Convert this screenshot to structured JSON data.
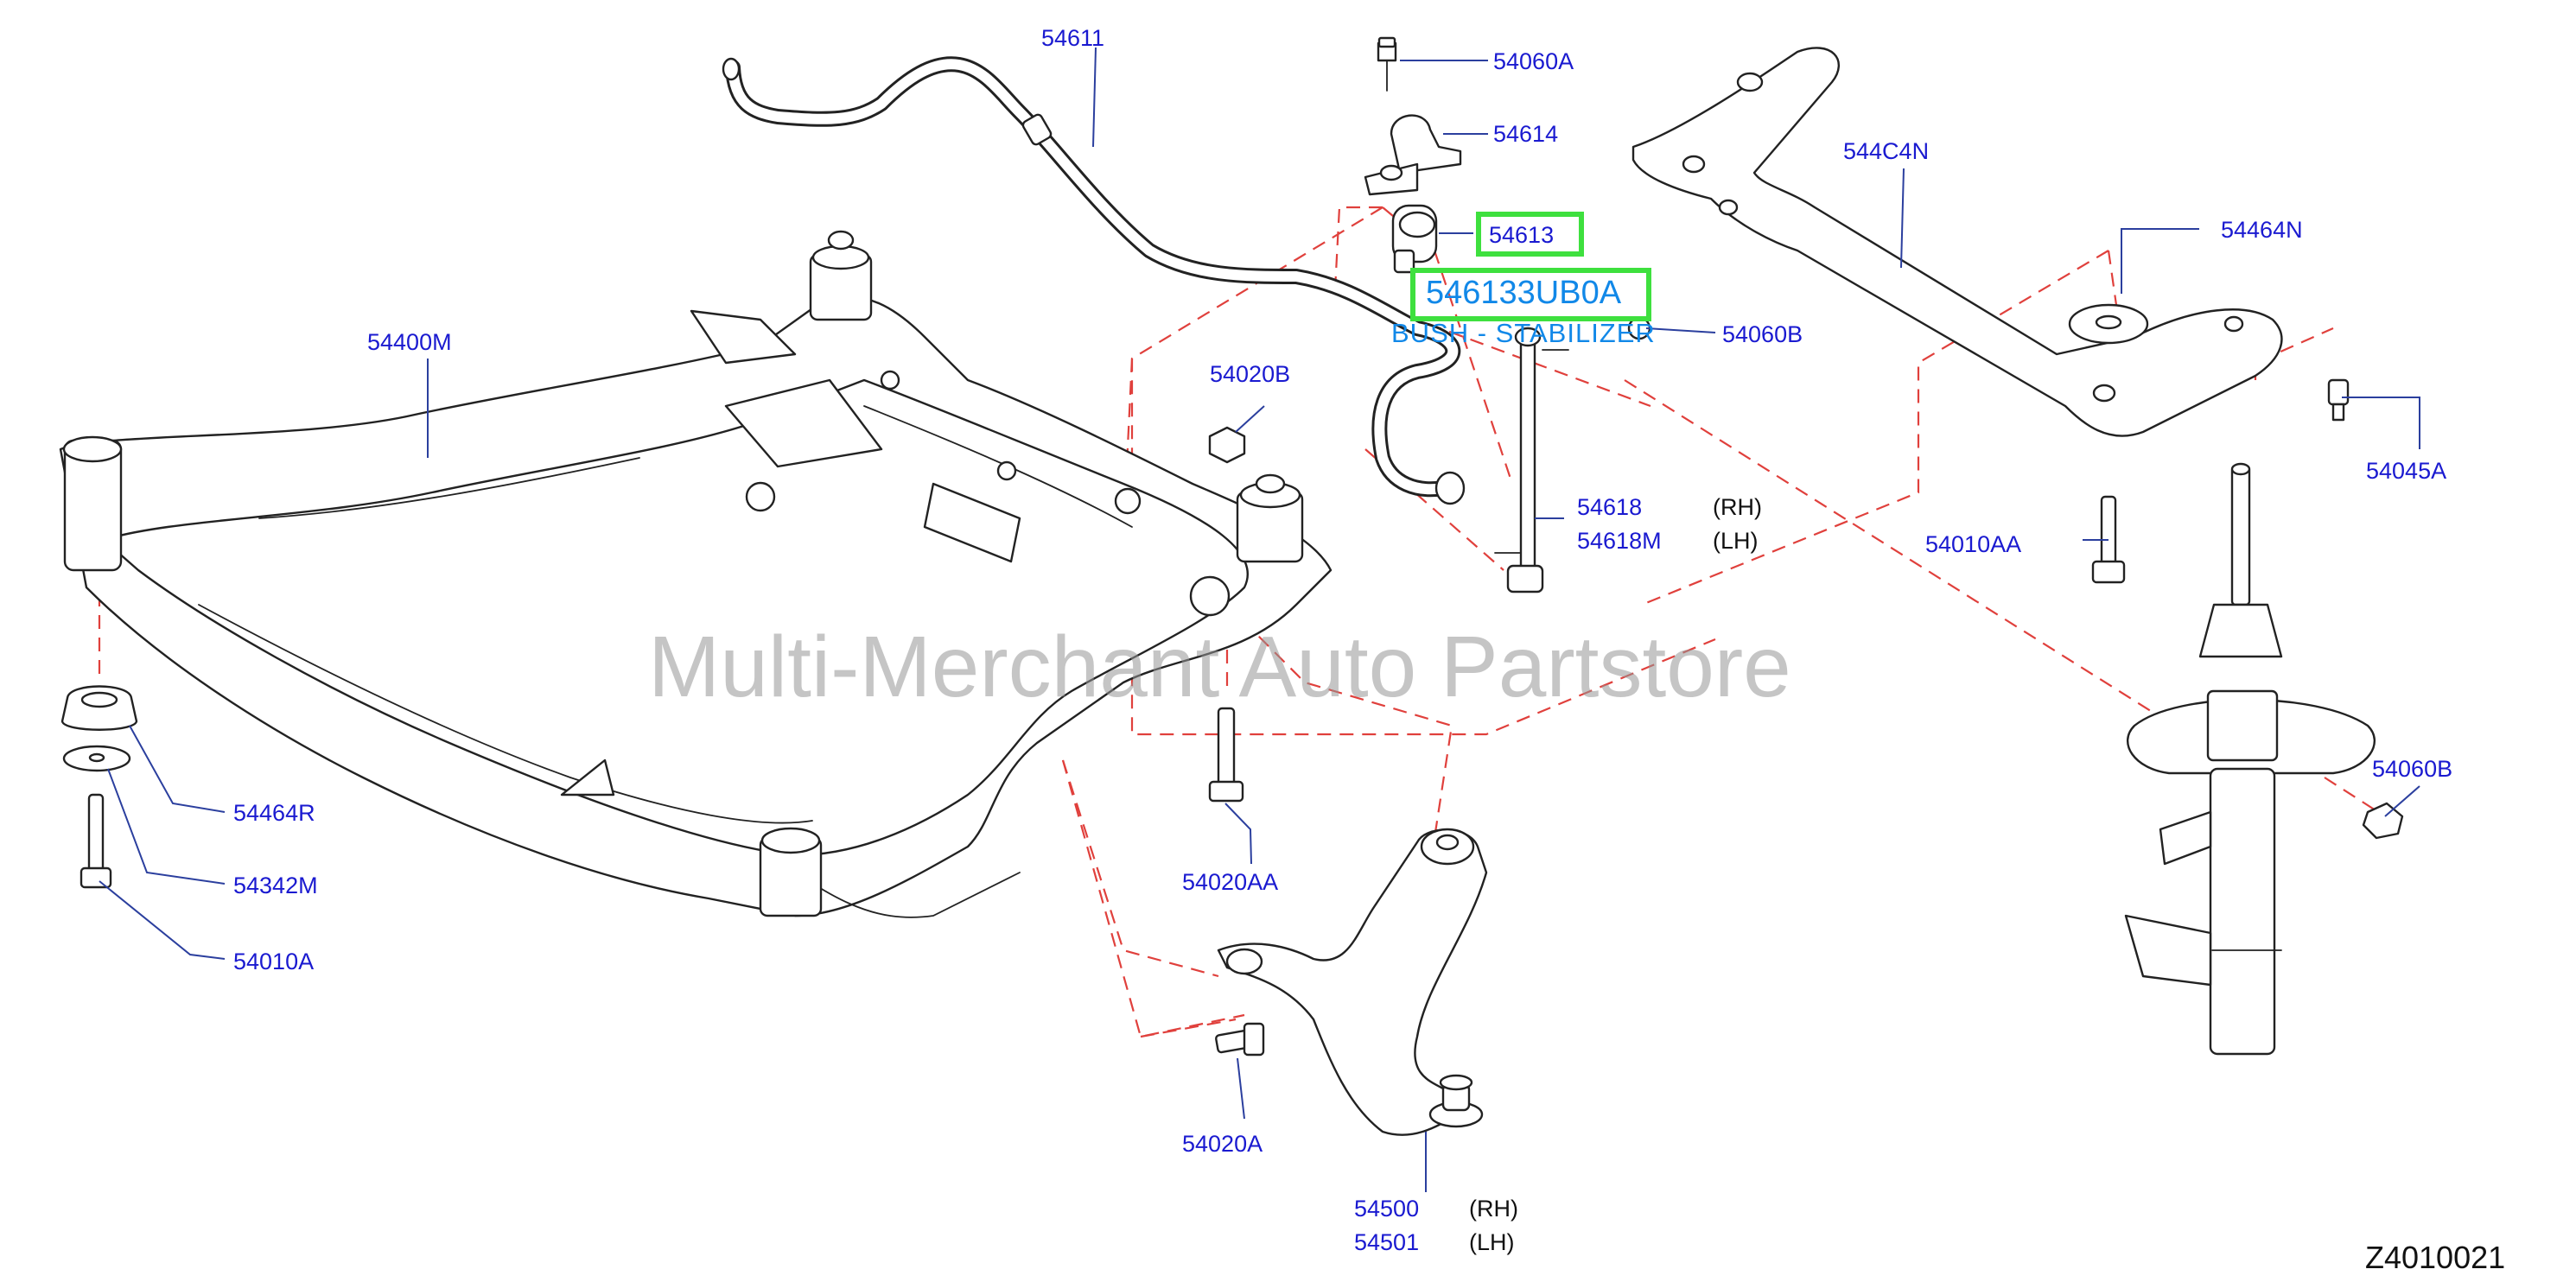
{
  "labels": {
    "p54611": "54611",
    "p54060A": "54060A",
    "p54614": "54614",
    "p54613": "54613",
    "p546133UB0A": "546133UB0A",
    "p_bush_desc": "BUSH - STABILIZER",
    "p54060B_top": "54060B",
    "p54400M": "54400M",
    "p54020B": "54020B",
    "p54618": "54618",
    "p54618M": "54618M",
    "p544C4N": "544C4N",
    "p54464N": "54464N",
    "p54045A": "54045A",
    "p54010AA": "54010AA",
    "p54464R": "54464R",
    "p54342M": "54342M",
    "p54010A": "54010A",
    "p54020AA": "54020AA",
    "p54060B_right": "54060B",
    "p54020A": "54020A",
    "p54500": "54500",
    "p54501": "54501",
    "rh": "(RH)",
    "lh": "(LH)"
  },
  "watermark": "Multi-Merchant Auto Partstore",
  "figure_number": "Z4010021",
  "colors": {
    "label": "#1a1ad0",
    "highlight_box": "#3ee03e",
    "highlight_text": "#1188e8",
    "dash_line": "#e0403c",
    "part_outline": "#222222"
  }
}
